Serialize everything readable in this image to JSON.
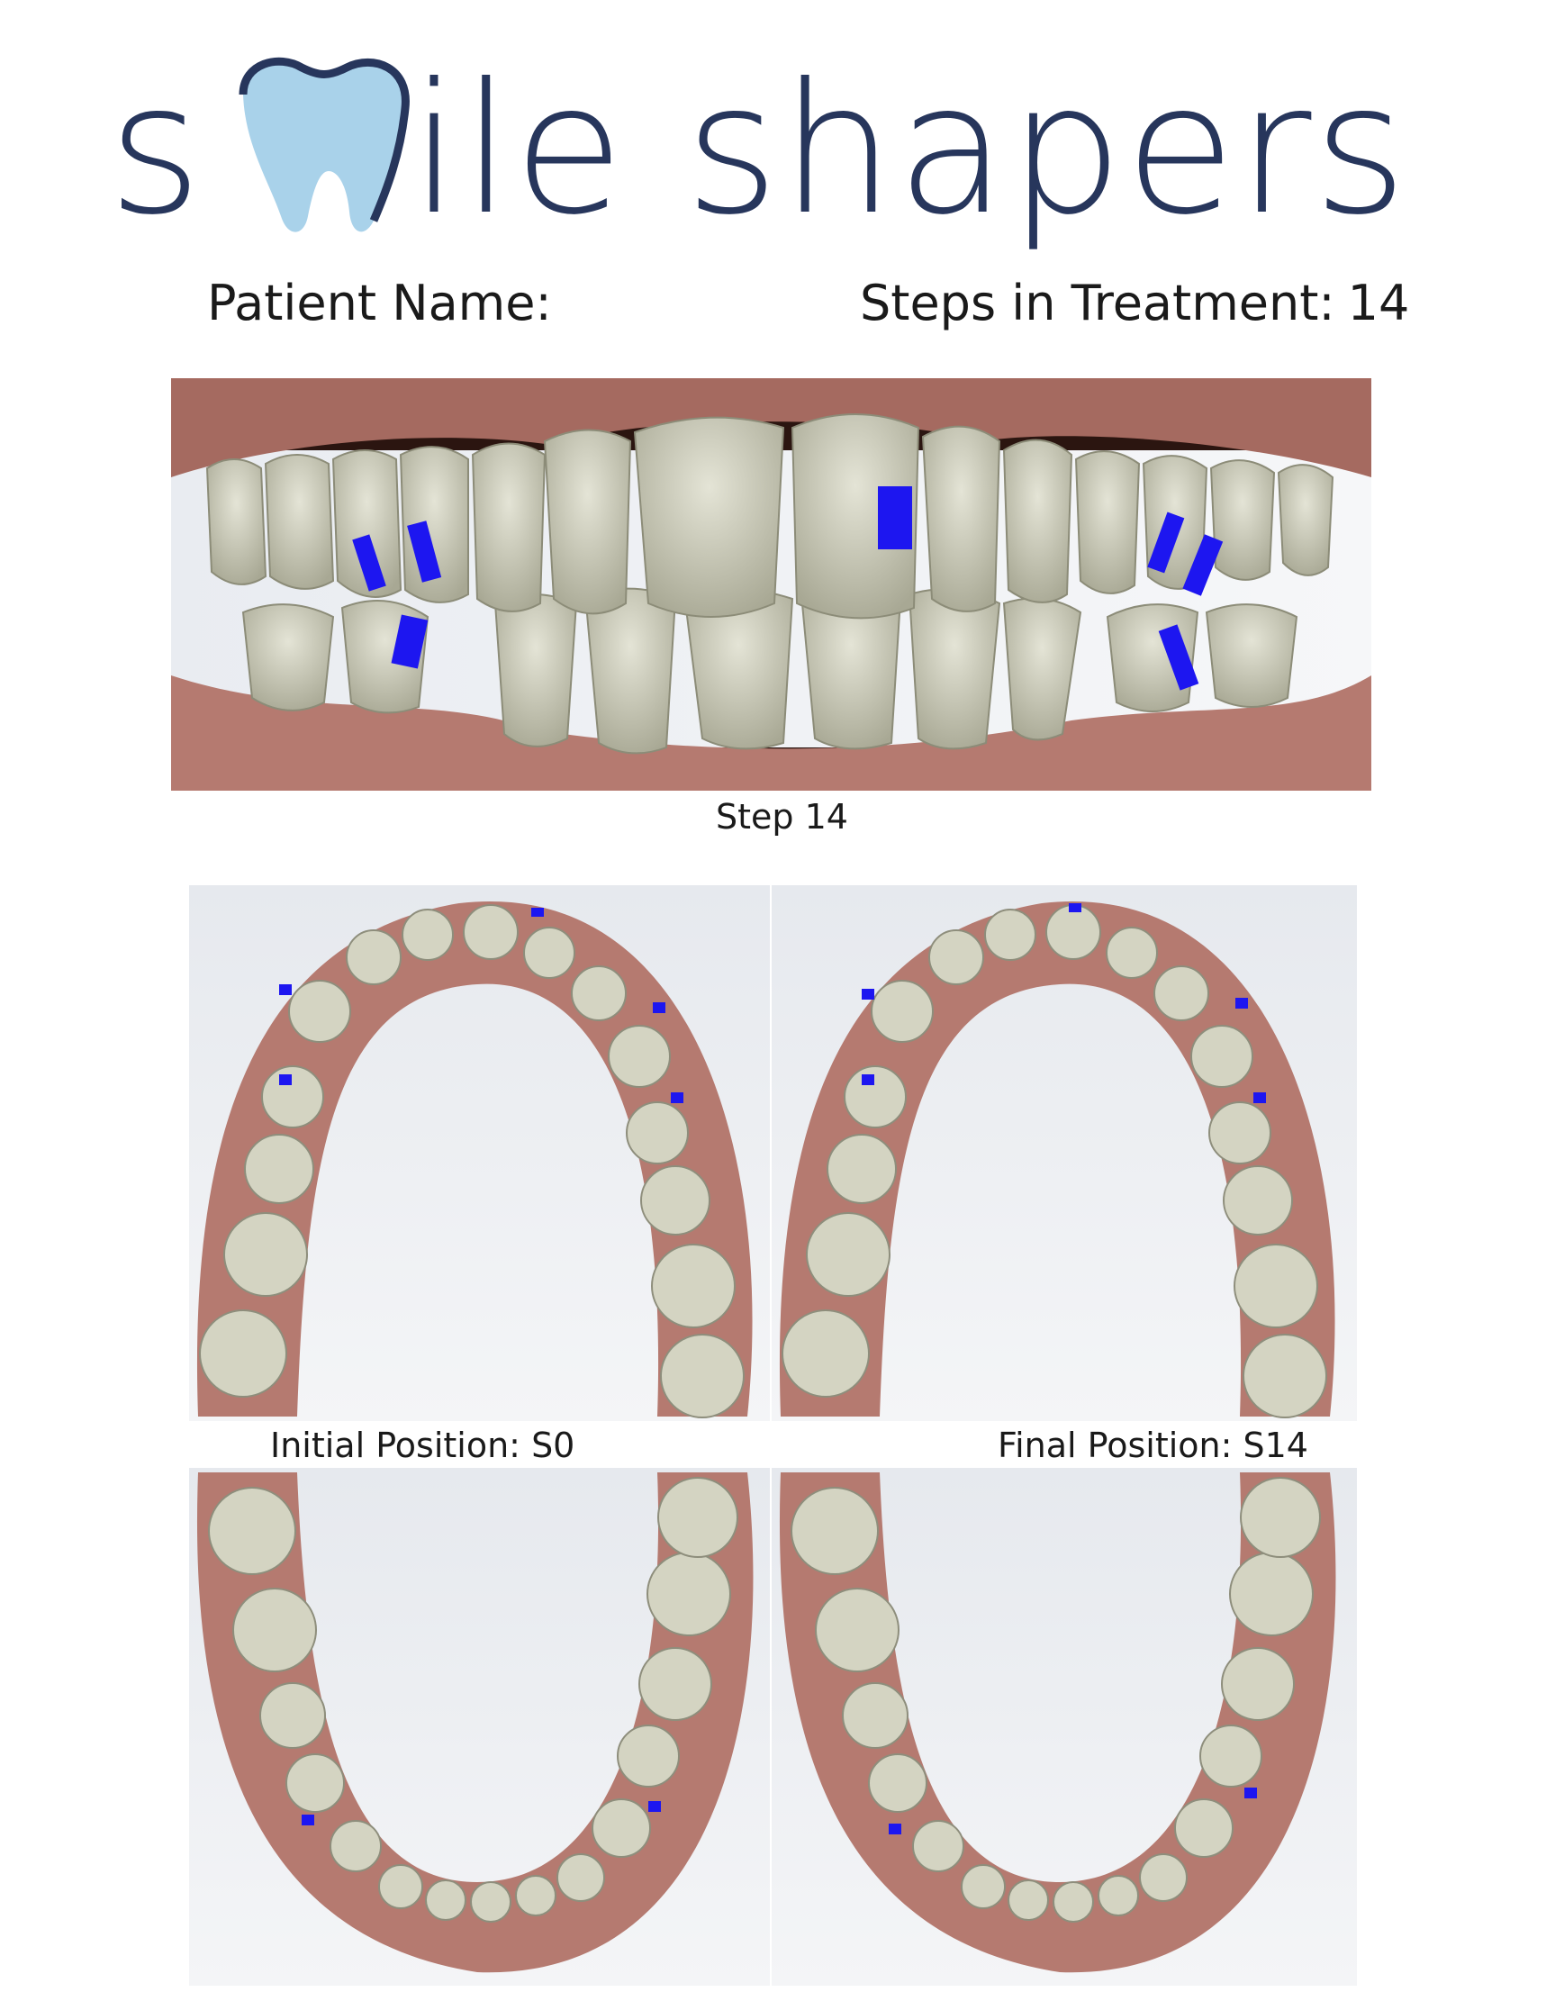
{
  "brand": {
    "logo_text": "smile shapers",
    "logo_text_part1": "s",
    "logo_text_part2": "ile shapers",
    "logo_color": "#27365c",
    "tooth_color": "#a9d2ea"
  },
  "header": {
    "patient_label": "Patient Name:",
    "steps_label": "Steps in Treatment:",
    "steps_value": "14"
  },
  "front_view": {
    "caption": "Step 14",
    "attachment_color": "#1d16f0"
  },
  "arch_views": {
    "initial_caption": "Initial Position: S0",
    "final_caption": "Final Position: S14"
  },
  "colors": {
    "gum": "#b57a70",
    "tooth": "#d6d6c4",
    "background": "#ebedf0"
  }
}
